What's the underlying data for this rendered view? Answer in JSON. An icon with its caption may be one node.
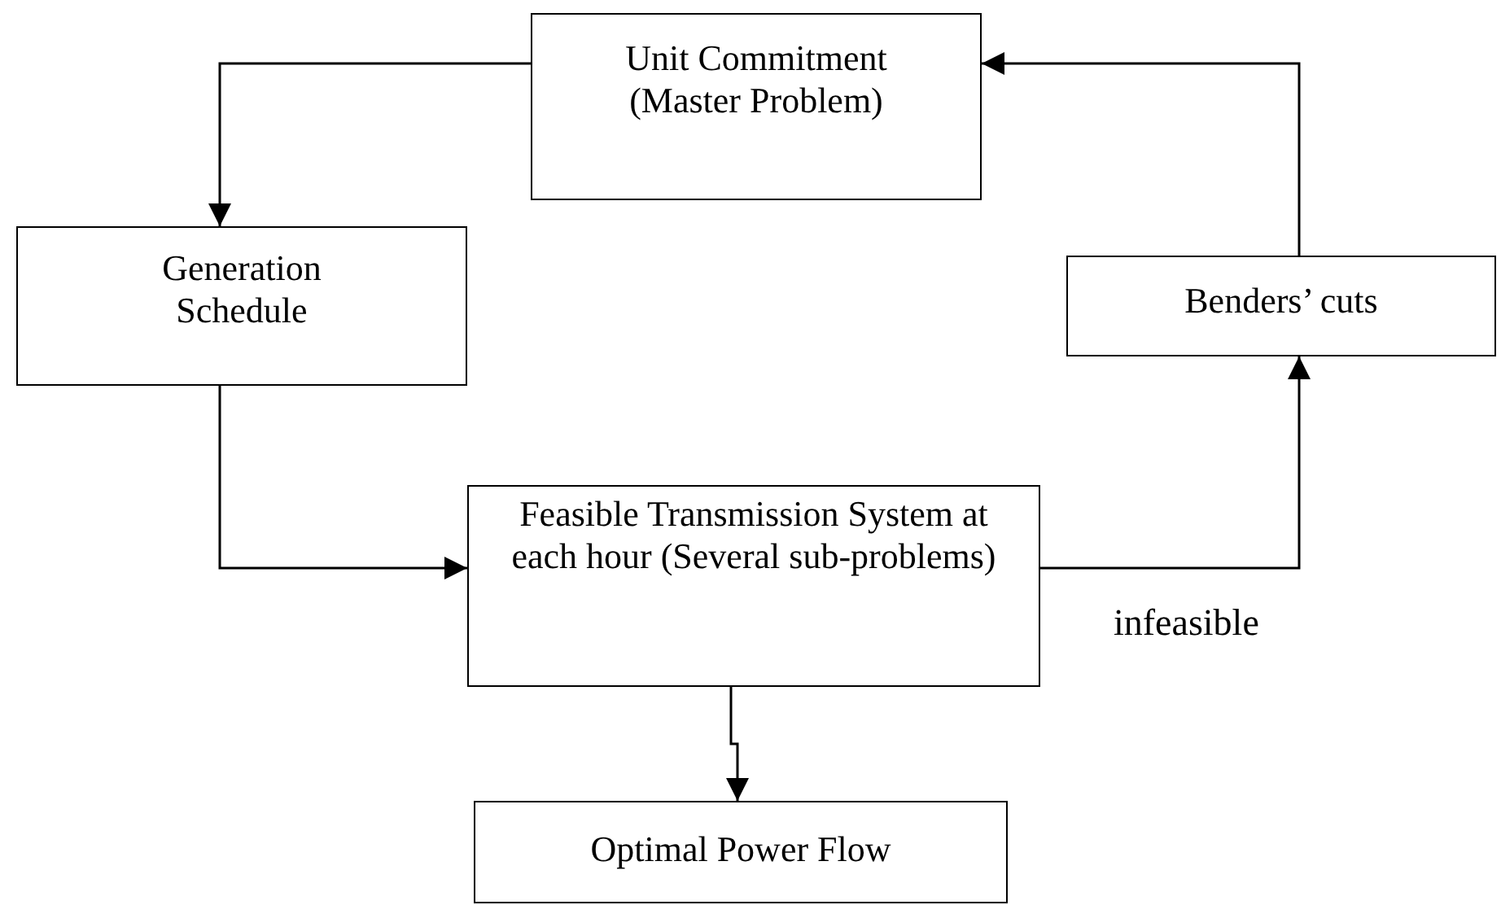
{
  "diagram": {
    "nodes": [
      {
        "text": [
          "Unit Commitment (Master Problem)"
        ]
      },
      {
        "text": [
          "Generation Schedule"
        ]
      },
      {
        "text": [
          "Benders’ cuts"
        ]
      },
      {
        "text": [
          "Feasible Transmission System at each hour (Several sub-problems)"
        ]
      },
      {
        "text": [
          "Optimal Power Flow"
        ]
      }
    ],
    "edges": [
      {
        "from": 0,
        "to": 1,
        "arrow": "to"
      },
      {
        "from": 1,
        "to": 3,
        "arrow": "to"
      },
      {
        "from": 3,
        "to": 2,
        "arrow": "to",
        "label": "infeasible"
      },
      {
        "from": 2,
        "to": 0,
        "arrow": "to"
      },
      {
        "from": 3,
        "to": 4,
        "arrow": "to"
      }
    ]
  }
}
